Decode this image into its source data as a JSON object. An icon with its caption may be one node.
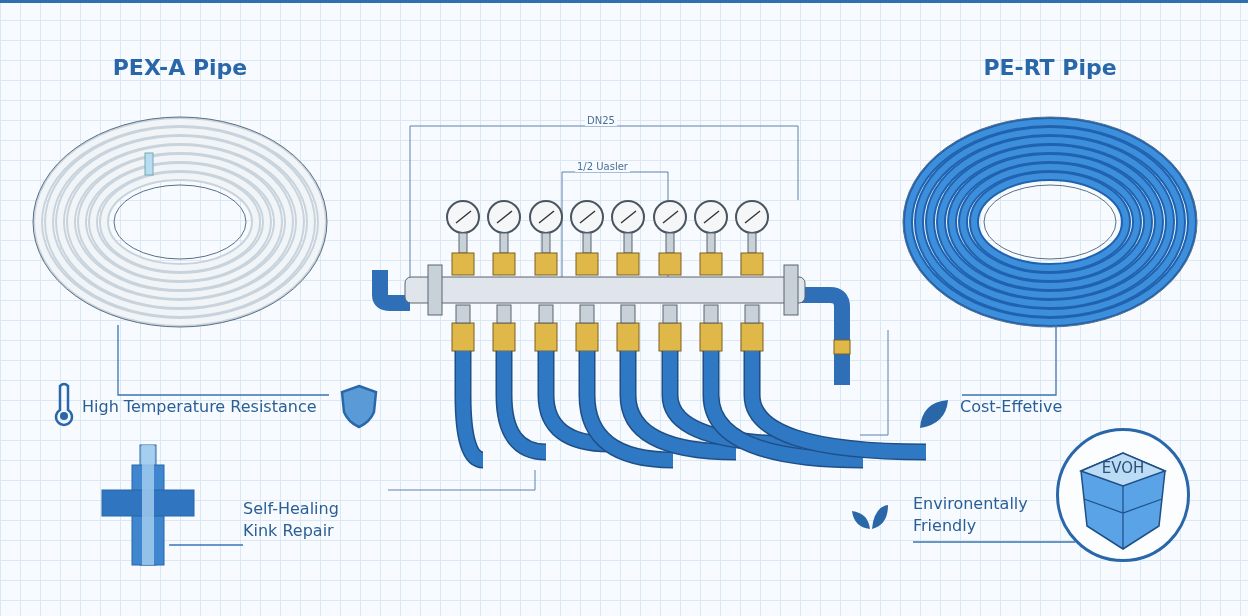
{
  "diagram": {
    "nodes": [
      {
        "text": [
          "PEX-A Pipe"
        ]
      },
      {
        "text": [
          "High Temperature Resistance"
        ]
      },
      {
        "text": [
          "Self-Healing Kink Repair"
        ]
      },
      {
        "text": [],
        "shape": "picture"
      },
      {
        "text": [
          "PE-RT Pipe"
        ]
      },
      {
        "text": [
          "Cost-Effetive"
        ]
      },
      {
        "text": [
          "Environentally Friendly"
        ]
      },
      {
        "text": [
          "EVOH"
        ]
      },
      {
        "text": [],
        "shape": "picture"
      }
    ],
    "edges": [
      {
        "from": 1,
        "to": 0,
        "arrow": "none"
      },
      {
        "from": 2,
        "to": 3,
        "arrow": "none"
      },
      {
        "from": 5,
        "to": 4,
        "arrow": "none"
      },
      {
        "from": 6,
        "to": 7,
        "arrow": "none"
      }
    ],
    "labels": [
      "DN25",
      "1/2 Uasler"
    ]
  }
}
